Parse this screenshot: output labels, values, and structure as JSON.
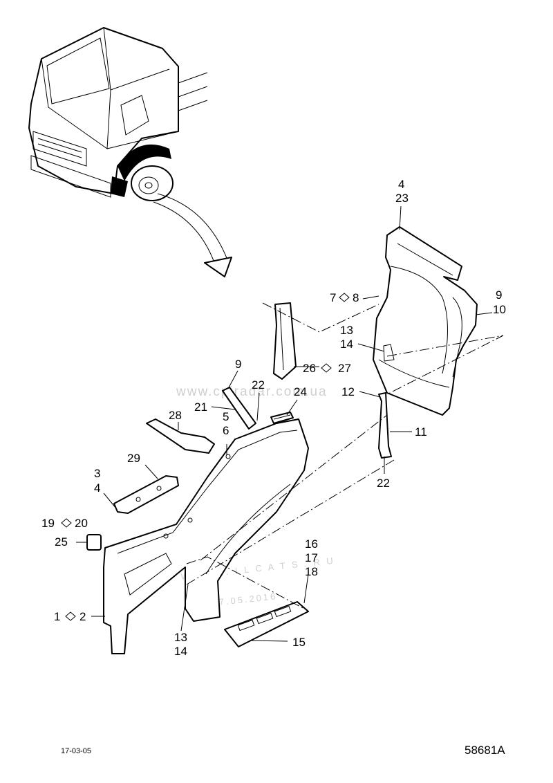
{
  "drawing": {
    "date": "17-03-05",
    "code": "58681A"
  },
  "watermarks": {
    "site": "www.cpiradar.com.ua",
    "site2": "W W W . I L C A T S . R U",
    "stamp": "454 17.05.2016"
  },
  "labels": [
    {
      "id": "4-23",
      "text": "4"
    },
    {
      "id": "4-23b",
      "text": "23"
    },
    {
      "id": "7-8",
      "text": "7"
    },
    {
      "id": "7-8b",
      "text": "8"
    },
    {
      "id": "9-10",
      "text": "9"
    },
    {
      "id": "9-10b",
      "text": "10"
    },
    {
      "id": "13-14-top",
      "text": "13"
    },
    {
      "id": "13-14-topb",
      "text": "14"
    },
    {
      "id": "26-27",
      "text": "26"
    },
    {
      "id": "26-27b",
      "text": "27"
    },
    {
      "id": "9-bracket",
      "text": "9"
    },
    {
      "id": "22-top",
      "text": "22"
    },
    {
      "id": "21",
      "text": "21"
    },
    {
      "id": "24",
      "text": "24"
    },
    {
      "id": "12",
      "text": "12"
    },
    {
      "id": "28",
      "text": "28"
    },
    {
      "id": "5",
      "text": "5"
    },
    {
      "id": "6",
      "text": "6"
    },
    {
      "id": "11",
      "text": "11"
    },
    {
      "id": "29",
      "text": "29"
    },
    {
      "id": "3",
      "text": "3"
    },
    {
      "id": "4-low",
      "text": "4"
    },
    {
      "id": "22-low",
      "text": "22"
    },
    {
      "id": "19-20",
      "text": "19"
    },
    {
      "id": "19-20b",
      "text": "20"
    },
    {
      "id": "25",
      "text": "25"
    },
    {
      "id": "16",
      "text": "16"
    },
    {
      "id": "17",
      "text": "17"
    },
    {
      "id": "18",
      "text": "18"
    },
    {
      "id": "1-2",
      "text": "1"
    },
    {
      "id": "1-2b",
      "text": "2"
    },
    {
      "id": "13-low",
      "text": "13"
    },
    {
      "id": "14-low",
      "text": "14"
    },
    {
      "id": "15",
      "text": "15"
    }
  ]
}
